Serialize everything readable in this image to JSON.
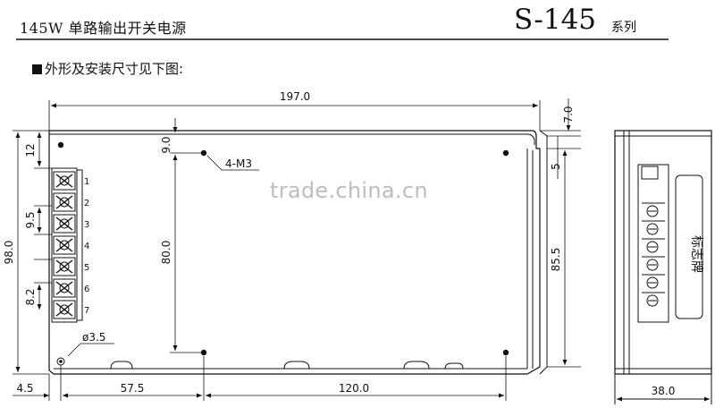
{
  "header": {
    "title": "145W 单路输出开关电源",
    "model": "S-145",
    "series": "系列"
  },
  "subtitle": "外形及安装尺寸见下图:",
  "dimensions": {
    "total_length": "197.0",
    "top_offset": "7.0",
    "left_margin_top": "12",
    "hole_offset": "9.0",
    "mount_label": "4-M3",
    "small_offset": "5",
    "terminal_pitch_a": "9.5",
    "total_height": "98.0",
    "hole_span_vertical": "80.0",
    "inner_height": "85.5",
    "terminal_pitch_b": "8.2",
    "hole_diameter": "ø3.5",
    "edge_offset": "4.5",
    "hole_x1": "57.5",
    "hole_span_horizontal": "120.0",
    "side_width": "38.0"
  },
  "terminals": [
    "1",
    "2",
    "3",
    "4",
    "5",
    "6",
    "7"
  ],
  "nameplate": "标志牌",
  "watermark": "trade.china.cn"
}
